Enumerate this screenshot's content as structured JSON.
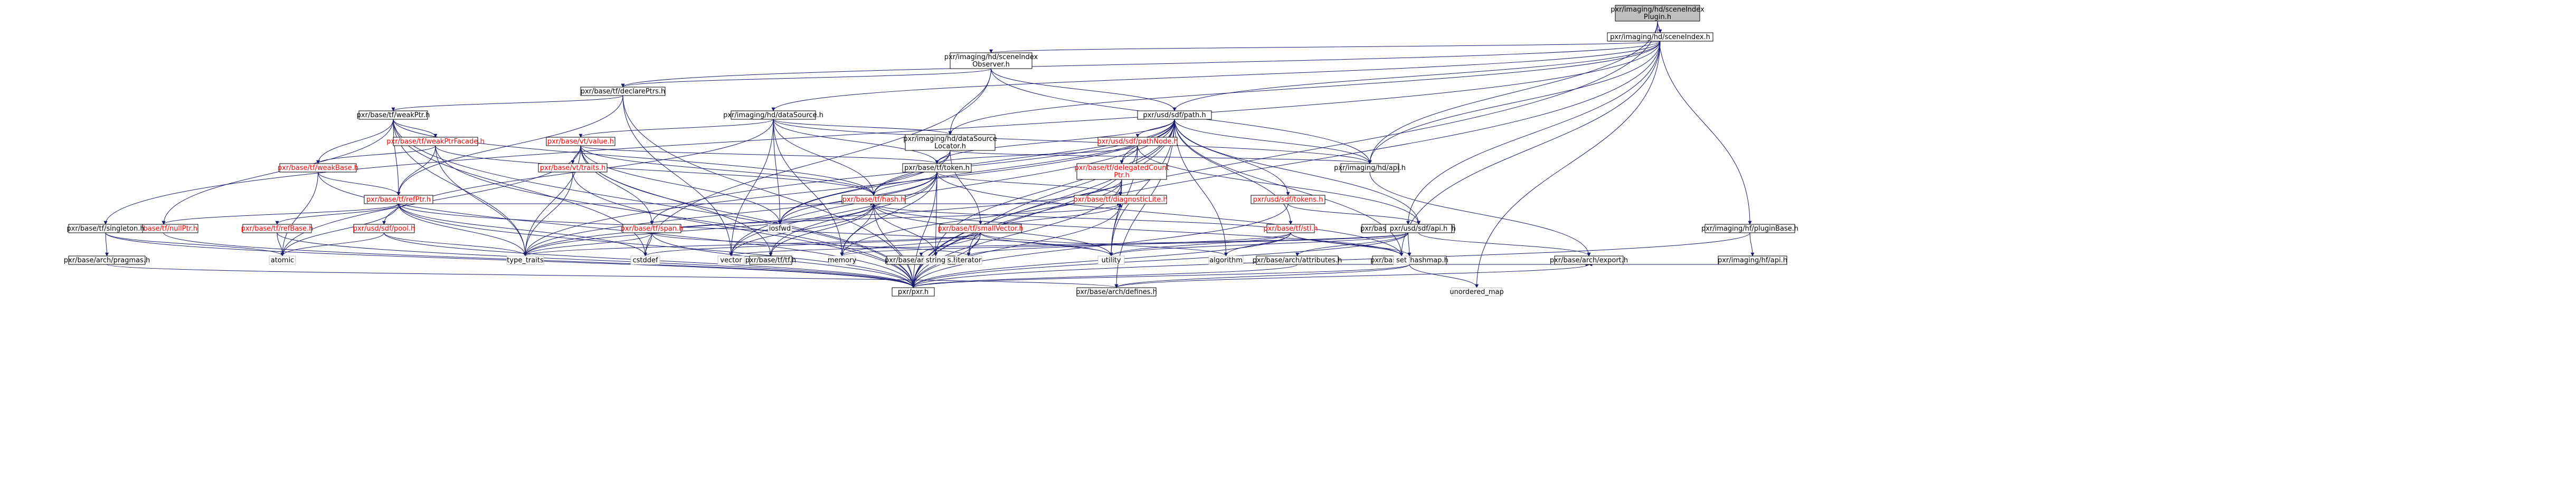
{
  "nodes": [
    {
      "id": "root",
      "lines": [
        "pxr/imaging/hd/sceneIndex",
        "Plugin.h"
      ],
      "style": "root"
    },
    {
      "id": "sceneIndex",
      "lines": [
        "pxr/imaging/hd/sceneIndex.h"
      ],
      "style": "normal"
    },
    {
      "id": "sceneIndexObserver",
      "lines": [
        "pxr/imaging/hd/sceneIndex",
        "Observer.h"
      ],
      "style": "normal"
    },
    {
      "id": "declarePtrs",
      "lines": [
        "pxr/base/tf/declarePtrs.h"
      ],
      "style": "normal"
    },
    {
      "id": "weakPtr",
      "lines": [
        "pxr/base/tf/weakPtr.h"
      ],
      "style": "normal"
    },
    {
      "id": "weakPtrFacade",
      "lines": [
        "pxr/base/tf/weakPtrFacade.h"
      ],
      "style": "red"
    },
    {
      "id": "weakBase",
      "lines": [
        "pxr/base/tf/weakBase.h"
      ],
      "style": "red"
    },
    {
      "id": "refPtr",
      "lines": [
        "pxr/base/tf/refPtr.h"
      ],
      "style": "red"
    },
    {
      "id": "nullPtr",
      "lines": [
        "pxr/base/tf/nullPtr.h"
      ],
      "style": "red"
    },
    {
      "id": "refBase",
      "lines": [
        "pxr/base/tf/refBase.h"
      ],
      "style": "red"
    },
    {
      "id": "singleton",
      "lines": [
        "pxr/base/tf/singleton.h"
      ],
      "style": "normal"
    },
    {
      "id": "pragmas",
      "lines": [
        "pxr/base/arch/pragmas.h"
      ],
      "style": "normal"
    },
    {
      "id": "dataSource",
      "lines": [
        "pxr/imaging/hd/dataSource.h"
      ],
      "style": "normal"
    },
    {
      "id": "value",
      "lines": [
        "pxr/base/vt/value.h"
      ],
      "style": "red"
    },
    {
      "id": "traits",
      "lines": [
        "pxr/base/vt/traits.h"
      ],
      "style": "red"
    },
    {
      "id": "pool",
      "lines": [
        "pxr/usd/sdf/pool.h"
      ],
      "style": "red"
    },
    {
      "id": "span",
      "lines": [
        "pxr/base/tf/span.h"
      ],
      "style": "red"
    },
    {
      "id": "dataSourceLocator",
      "lines": [
        "pxr/imaging/hd/dataSource",
        "Locator.h"
      ],
      "style": "normal"
    },
    {
      "id": "token",
      "lines": [
        "pxr/base/tf/token.h"
      ],
      "style": "normal"
    },
    {
      "id": "hash",
      "lines": [
        "pxr/base/tf/hash.h"
      ],
      "style": "red"
    },
    {
      "id": "smallVector",
      "lines": [
        "pxr/base/tf/smallVector.h"
      ],
      "style": "red"
    },
    {
      "id": "path",
      "lines": [
        "pxr/usd/sdf/path.h"
      ],
      "style": "normal"
    },
    {
      "id": "pathNode",
      "lines": [
        "pxr/usd/sdf/pathNode.h"
      ],
      "style": "red"
    },
    {
      "id": "delegatedCountPtr",
      "lines": [
        "pxr/base/tf/delegatedCount",
        "Ptr.h"
      ],
      "style": "red"
    },
    {
      "id": "diagnosticLite",
      "lines": [
        "pxr/base/tf/diagnosticLite.h"
      ],
      "style": "red"
    },
    {
      "id": "stl",
      "lines": [
        "pxr/base/tf/stl.h"
      ],
      "style": "red"
    },
    {
      "id": "tokens",
      "lines": [
        "pxr/usd/sdf/tokens.h"
      ],
      "style": "red"
    },
    {
      "id": "denseHashSet",
      "lines": [
        "pxr/base/tf/denseHashSet.h"
      ],
      "style": "normal"
    },
    {
      "id": "hashmap",
      "lines": [
        "pxr/base/tf/hashmap.h"
      ],
      "style": "normal"
    },
    {
      "id": "attributes",
      "lines": [
        "pxr/base/arch/attributes.h"
      ],
      "style": "normal"
    },
    {
      "id": "sdfApi",
      "lines": [
        "pxr/usd/sdf/api.h"
      ],
      "style": "normal"
    },
    {
      "id": "hdApi",
      "lines": [
        "pxr/imaging/hd/api.h"
      ],
      "style": "normal"
    },
    {
      "id": "pluginBase",
      "lines": [
        "pxr/imaging/hf/pluginBase.h"
      ],
      "style": "normal"
    },
    {
      "id": "hfApi",
      "lines": [
        "pxr/imaging/hf/api.h"
      ],
      "style": "normal"
    },
    {
      "id": "archExport",
      "lines": [
        "pxr/base/arch/export.h"
      ],
      "style": "normal"
    },
    {
      "id": "hints",
      "lines": [
        "pxr/base/arch/hints.h"
      ],
      "style": "normal"
    },
    {
      "id": "tfH",
      "lines": [
        "pxr/base/tf/tf.h"
      ],
      "style": "normal"
    },
    {
      "id": "pxrH",
      "lines": [
        "pxr/pxr.h"
      ],
      "style": "normal"
    },
    {
      "id": "archDefines",
      "lines": [
        "pxr/base/arch/defines.h"
      ],
      "style": "normal"
    },
    {
      "id": "atomic",
      "lines": [
        "atomic"
      ],
      "style": "gray"
    },
    {
      "id": "cstddef",
      "lines": [
        "cstddef"
      ],
      "style": "gray"
    },
    {
      "id": "type_traits",
      "lines": [
        "type_traits"
      ],
      "style": "gray"
    },
    {
      "id": "vector",
      "lines": [
        "vector"
      ],
      "style": "gray"
    },
    {
      "id": "memory",
      "lines": [
        "memory"
      ],
      "style": "gray"
    },
    {
      "id": "string",
      "lines": [
        "string"
      ],
      "style": "gray"
    },
    {
      "id": "iterator",
      "lines": [
        "iterator"
      ],
      "style": "gray"
    },
    {
      "id": "iosfwd",
      "lines": [
        "iosfwd"
      ],
      "style": "gray"
    },
    {
      "id": "utility",
      "lines": [
        "utility"
      ],
      "style": "gray"
    },
    {
      "id": "algorithm",
      "lines": [
        "algorithm"
      ],
      "style": "gray"
    },
    {
      "id": "set",
      "lines": [
        "set"
      ],
      "style": "gray"
    },
    {
      "id": "unordered_map",
      "lines": [
        "unordered_map"
      ],
      "style": "gray"
    }
  ],
  "edges": [
    [
      "root",
      "sceneIndex"
    ],
    [
      "root",
      "pxrH"
    ],
    [
      "root",
      "pluginBase"
    ],
    [
      "root",
      "hdApi"
    ],
    [
      "sceneIndex",
      "sceneIndexObserver"
    ],
    [
      "sceneIndex",
      "declarePtrs"
    ],
    [
      "sceneIndex",
      "singleton"
    ],
    [
      "sceneIndex",
      "dataSource"
    ],
    [
      "sceneIndex",
      "dataSourceLocator"
    ],
    [
      "sceneIndex",
      "path"
    ],
    [
      "sceneIndex",
      "denseHashSet"
    ],
    [
      "sceneIndex",
      "hdApi"
    ],
    [
      "sceneIndex",
      "pxrH"
    ],
    [
      "sceneIndex",
      "set"
    ],
    [
      "sceneIndex",
      "unordered_map"
    ],
    [
      "sceneIndexObserver",
      "declarePtrs"
    ],
    [
      "sceneIndexObserver",
      "dataSourceLocator"
    ],
    [
      "sceneIndexObserver",
      "path"
    ],
    [
      "sceneIndexObserver",
      "hdApi"
    ],
    [
      "sceneIndexObserver",
      "cstddef"
    ],
    [
      "declarePtrs",
      "weakPtr"
    ],
    [
      "declarePtrs",
      "refPtr"
    ],
    [
      "declarePtrs",
      "pxrH"
    ],
    [
      "declarePtrs",
      "vector"
    ],
    [
      "weakPtr",
      "weakPtrFacade"
    ],
    [
      "weakPtr",
      "weakBase"
    ],
    [
      "weakPtr",
      "refPtr"
    ],
    [
      "weakPtr",
      "nullPtr"
    ],
    [
      "weakPtr",
      "pxrH"
    ],
    [
      "weakPtr",
      "type_traits"
    ],
    [
      "weakPtr",
      "cstddef"
    ],
    [
      "weakPtr",
      "hash"
    ],
    [
      "weakPtrFacade",
      "weakBase"
    ],
    [
      "weakPtrFacade",
      "refPtr"
    ],
    [
      "weakPtrFacade",
      "hash"
    ],
    [
      "weakPtrFacade",
      "pxrH"
    ],
    [
      "weakPtrFacade",
      "type_traits"
    ],
    [
      "weakBase",
      "refPtr"
    ],
    [
      "weakBase",
      "atomic"
    ],
    [
      "weakBase",
      "pxrH"
    ],
    [
      "refPtr",
      "refBase"
    ],
    [
      "refPtr",
      "nullPtr"
    ],
    [
      "refPtr",
      "diagnosticLite"
    ],
    [
      "refPtr",
      "hash"
    ],
    [
      "refPtr",
      "pxrH"
    ],
    [
      "refPtr",
      "atomic"
    ],
    [
      "refPtr",
      "cstddef"
    ],
    [
      "refPtr",
      "type_traits"
    ],
    [
      "refPtr",
      "utility"
    ],
    [
      "refBase",
      "pxrH"
    ],
    [
      "refBase",
      "atomic"
    ],
    [
      "nullPtr",
      "pxrH"
    ],
    [
      "singleton",
      "pragmas"
    ],
    [
      "singleton",
      "pxrH"
    ],
    [
      "singleton",
      "atomic"
    ],
    [
      "pragmas",
      "archDefines"
    ],
    [
      "dataSource",
      "value"
    ],
    [
      "dataSource",
      "dataSourceLocator"
    ],
    [
      "dataSource",
      "token"
    ],
    [
      "dataSource",
      "hdApi"
    ],
    [
      "dataSource",
      "pool"
    ],
    [
      "dataSource",
      "vector"
    ],
    [
      "dataSource",
      "iosfwd"
    ],
    [
      "dataSource",
      "memory"
    ],
    [
      "dataSource",
      "hash"
    ],
    [
      "value",
      "traits"
    ],
    [
      "value",
      "span"
    ],
    [
      "value",
      "pxrH"
    ],
    [
      "value",
      "type_traits"
    ],
    [
      "value",
      "iosfwd"
    ],
    [
      "value",
      "hash"
    ],
    [
      "value",
      "atomic"
    ],
    [
      "value",
      "tfH"
    ],
    [
      "value",
      "token"
    ],
    [
      "traits",
      "pxrH"
    ],
    [
      "traits",
      "type_traits"
    ],
    [
      "pool",
      "atomic"
    ],
    [
      "pool",
      "pxrH"
    ],
    [
      "pool",
      "type_traits"
    ],
    [
      "span",
      "pxrH"
    ],
    [
      "span",
      "type_traits"
    ],
    [
      "span",
      "cstddef"
    ],
    [
      "span",
      "iterator"
    ],
    [
      "span",
      "diagnosticLite"
    ],
    [
      "dataSourceLocator",
      "token"
    ],
    [
      "dataSourceLocator",
      "smallVector"
    ],
    [
      "dataSourceLocator",
      "hash"
    ],
    [
      "dataSourceLocator",
      "hdApi"
    ],
    [
      "dataSourceLocator",
      "iosfwd"
    ],
    [
      "token",
      "hash"
    ],
    [
      "token",
      "diagnosticLite"
    ],
    [
      "token",
      "pxrH"
    ],
    [
      "token",
      "tfH"
    ],
    [
      "token",
      "iosfwd"
    ],
    [
      "token",
      "vector"
    ],
    [
      "token",
      "set"
    ],
    [
      "token",
      "string"
    ],
    [
      "token",
      "type_traits"
    ],
    [
      "token",
      "memory"
    ],
    [
      "hash",
      "tfH"
    ],
    [
      "hash",
      "pxrH"
    ],
    [
      "hash",
      "cstring"
    ],
    [
      "hash",
      "string"
    ],
    [
      "hash",
      "memory"
    ],
    [
      "hash",
      "vector"
    ],
    [
      "hash",
      "utility"
    ],
    [
      "hash",
      "type_traits"
    ],
    [
      "hash",
      "set"
    ],
    [
      "hash",
      "map"
    ],
    [
      "smallVector",
      "pxrH"
    ],
    [
      "smallVector",
      "hints"
    ],
    [
      "smallVector",
      "diagnosticLite"
    ],
    [
      "smallVector",
      "algorithm"
    ],
    [
      "smallVector",
      "cstddef"
    ],
    [
      "smallVector",
      "iterator"
    ],
    [
      "smallVector",
      "memory"
    ],
    [
      "smallVector",
      "type_traits"
    ],
    [
      "smallVector",
      "utility"
    ],
    [
      "path",
      "pathNode"
    ],
    [
      "path",
      "delegatedCountPtr"
    ],
    [
      "path",
      "token"
    ],
    [
      "path",
      "hash"
    ],
    [
      "path",
      "stl"
    ],
    [
      "path",
      "tokens"
    ],
    [
      "path",
      "sdfApi"
    ],
    [
      "path",
      "pxrH"
    ],
    [
      "path",
      "iosfwd"
    ],
    [
      "path",
      "set"
    ],
    [
      "path",
      "string"
    ],
    [
      "path",
      "type_traits"
    ],
    [
      "path",
      "vector"
    ],
    [
      "path",
      "utility"
    ],
    [
      "path",
      "algorithm"
    ],
    [
      "path",
      "iterator"
    ],
    [
      "path",
      "hdApi"
    ],
    [
      "path",
      "archDefines"
    ],
    [
      "path",
      "span"
    ],
    [
      "pathNode",
      "delegatedCountPtr"
    ],
    [
      "pathNode",
      "token"
    ],
    [
      "pathNode",
      "sdfApi"
    ],
    [
      "pathNode",
      "pxrH"
    ],
    [
      "pathNode",
      "utility"
    ],
    [
      "delegatedCountPtr",
      "diagnosticLite"
    ],
    [
      "delegatedCountPtr",
      "pxrH"
    ],
    [
      "delegatedCountPtr",
      "memory"
    ],
    [
      "delegatedCountPtr",
      "type_traits"
    ],
    [
      "delegatedCountPtr",
      "utility"
    ],
    [
      "diagnosticLite",
      "pxrH"
    ],
    [
      "stl",
      "hashmap"
    ],
    [
      "stl",
      "iterator"
    ],
    [
      "stl",
      "pxrH"
    ],
    [
      "stl",
      "utility"
    ],
    [
      "stl",
      "algorithm"
    ],
    [
      "stl",
      "set"
    ],
    [
      "stl",
      "hash"
    ],
    [
      "tokens",
      "sdfApi"
    ],
    [
      "tokens",
      "pxrH"
    ],
    [
      "denseHashSet",
      "hashmap"
    ],
    [
      "denseHashSet",
      "attributes"
    ],
    [
      "denseHashSet",
      "pxrH"
    ],
    [
      "denseHashSet",
      "memory"
    ],
    [
      "denseHashSet",
      "utility"
    ],
    [
      "denseHashSet",
      "vector"
    ],
    [
      "hashmap",
      "archDefines"
    ],
    [
      "hashmap",
      "pxrH"
    ],
    [
      "hashmap",
      "unordered_map"
    ],
    [
      "attributes",
      "archExport"
    ],
    [
      "attributes",
      "pxrH"
    ],
    [
      "sdfApi",
      "archExport"
    ],
    [
      "hdApi",
      "archExport"
    ],
    [
      "pluginBase",
      "hfApi"
    ],
    [
      "pluginBase",
      "pxrH"
    ],
    [
      "hfApi",
      "archExport"
    ],
    [
      "archExport",
      "archDefines"
    ]
  ]
}
